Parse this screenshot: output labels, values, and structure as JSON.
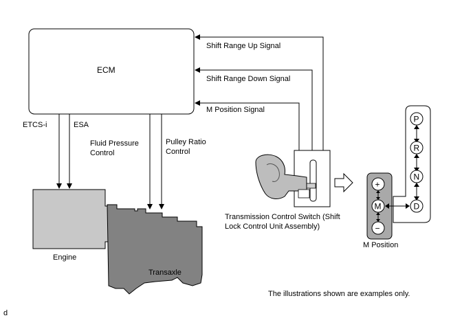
{
  "ecm": {
    "label": "ECM"
  },
  "signals": {
    "up": "Shift Range Up Signal",
    "down": "Shift Range Down Signal",
    "m_position": "M Position Signal"
  },
  "engine_lines": {
    "etcs": "ETCS-i",
    "esa": "ESA"
  },
  "transaxle_lines": {
    "fluid_1": "Fluid Pressure",
    "fluid_2": "Control",
    "pulley_1": "Pulley Ratio",
    "pulley_2": "Control"
  },
  "components": {
    "engine": "Engine",
    "transaxle": "Transaxle"
  },
  "switch": {
    "line1": "Transmission Control Switch (Shift",
    "line2": "Lock Control Unit Assembly)"
  },
  "gate": {
    "positions": [
      "P",
      "R",
      "N",
      "D"
    ],
    "manual": [
      "+",
      "M",
      "−"
    ],
    "m_position_label": "M Position"
  },
  "note": "The illustrations shown are examples only.",
  "corner_mark": "d"
}
